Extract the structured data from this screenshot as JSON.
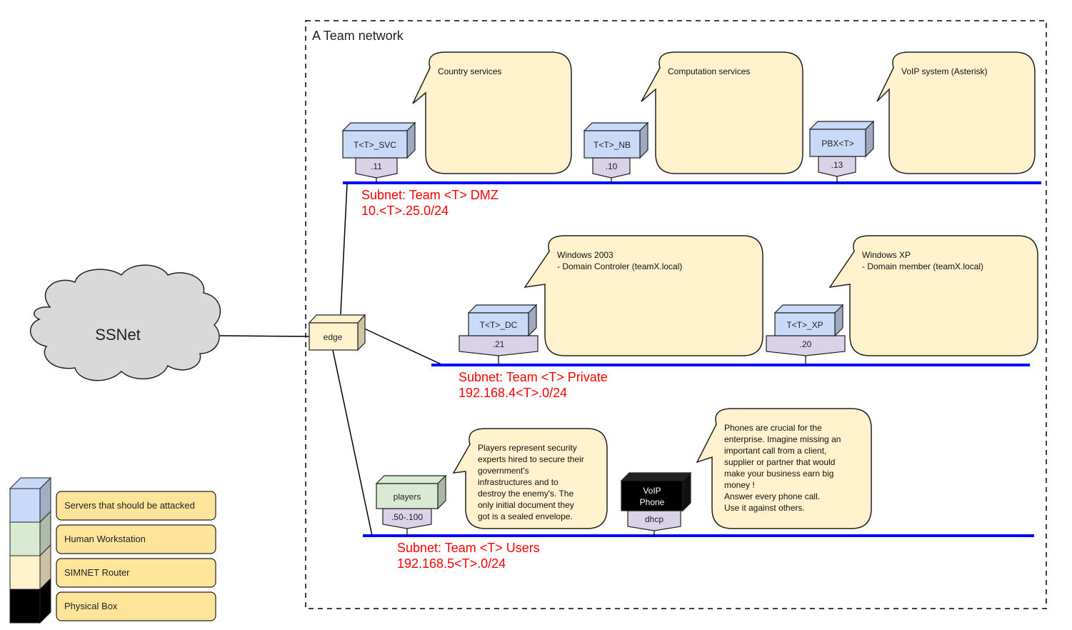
{
  "title": "A Team network",
  "colors": {
    "server": "#c9daf8",
    "workstation": "#d9ead3",
    "router": "#fff2cc",
    "physical": "#000000",
    "nic": "#d9d2e9",
    "callout": "#fff2cc",
    "legend_label": "#ffe599",
    "subnet_line": "#0000ff",
    "subnet_text": "#ff0000",
    "cloud": "#d9d9d9"
  },
  "cloud": {
    "label": "SSNet"
  },
  "router": {
    "label": "edge"
  },
  "subnets": [
    {
      "id": "dmz",
      "name": "Subnet: Team <T> DMZ",
      "cidr": "10.<T>.25.0/24"
    },
    {
      "id": "private",
      "name": "Subnet: Team <T> Private",
      "cidr": "192.168.4<T>.0/24"
    },
    {
      "id": "users",
      "name": "Subnet: Team <T> Users",
      "cidr": "192.168.5<T>.0/24"
    }
  ],
  "hosts": [
    {
      "name": "T<T>_SVC",
      "ip": ".11",
      "type": "server",
      "subnet": "dmz"
    },
    {
      "name": "T<T>_NB",
      "ip": ".10",
      "type": "server",
      "subnet": "dmz"
    },
    {
      "name": "PBX<T>",
      "ip": ".13",
      "type": "server",
      "subnet": "dmz"
    },
    {
      "name": "T<T>_DC",
      "ip": ".21",
      "type": "server",
      "subnet": "private"
    },
    {
      "name": "T<T>_XP",
      "ip": ".20",
      "type": "server",
      "subnet": "private"
    },
    {
      "name": "players",
      "ip": ".50-.100",
      "type": "workstation",
      "subnet": "users"
    },
    {
      "name": "VoIP\nPhone",
      "ip": "dhcp",
      "type": "physical",
      "subnet": "users"
    }
  ],
  "callouts": [
    {
      "for": "T<T>_SVC",
      "lines": [
        "Country services"
      ]
    },
    {
      "for": "T<T>_NB",
      "lines": [
        "Computation services"
      ]
    },
    {
      "for": "PBX<T>",
      "lines": [
        "VoIP system (Asterisk)"
      ]
    },
    {
      "for": "T<T>_DC",
      "lines": [
        "Windows 2003",
        "- Domain Controler (teamX.local)"
      ]
    },
    {
      "for": "T<T>_XP",
      "lines": [
        "Windows XP",
        "- Domain member (teamX.local)"
      ]
    },
    {
      "for": "players",
      "lines": [
        "Players represent security",
        "experts hired to secure their",
        "government's",
        "infrastructures and to",
        "destroy the enemy's. The",
        "only initial document they",
        "got is a sealed envelope."
      ]
    },
    {
      "for": "VoIP Phone",
      "lines": [
        "Phones are crucial for the",
        "enterprise.  Imagine missing an",
        "important call from a client,",
        "supplier or partner that would",
        "make your business earn big",
        "money !",
        "Answer every phone call.",
        "Use it against others."
      ]
    }
  ],
  "legend": [
    {
      "label": "Servers that should be attacked",
      "type": "server"
    },
    {
      "label": "Human Workstation",
      "type": "workstation"
    },
    {
      "label": "SIMNET Router",
      "type": "router"
    },
    {
      "label": "Physical Box",
      "type": "physical"
    }
  ]
}
